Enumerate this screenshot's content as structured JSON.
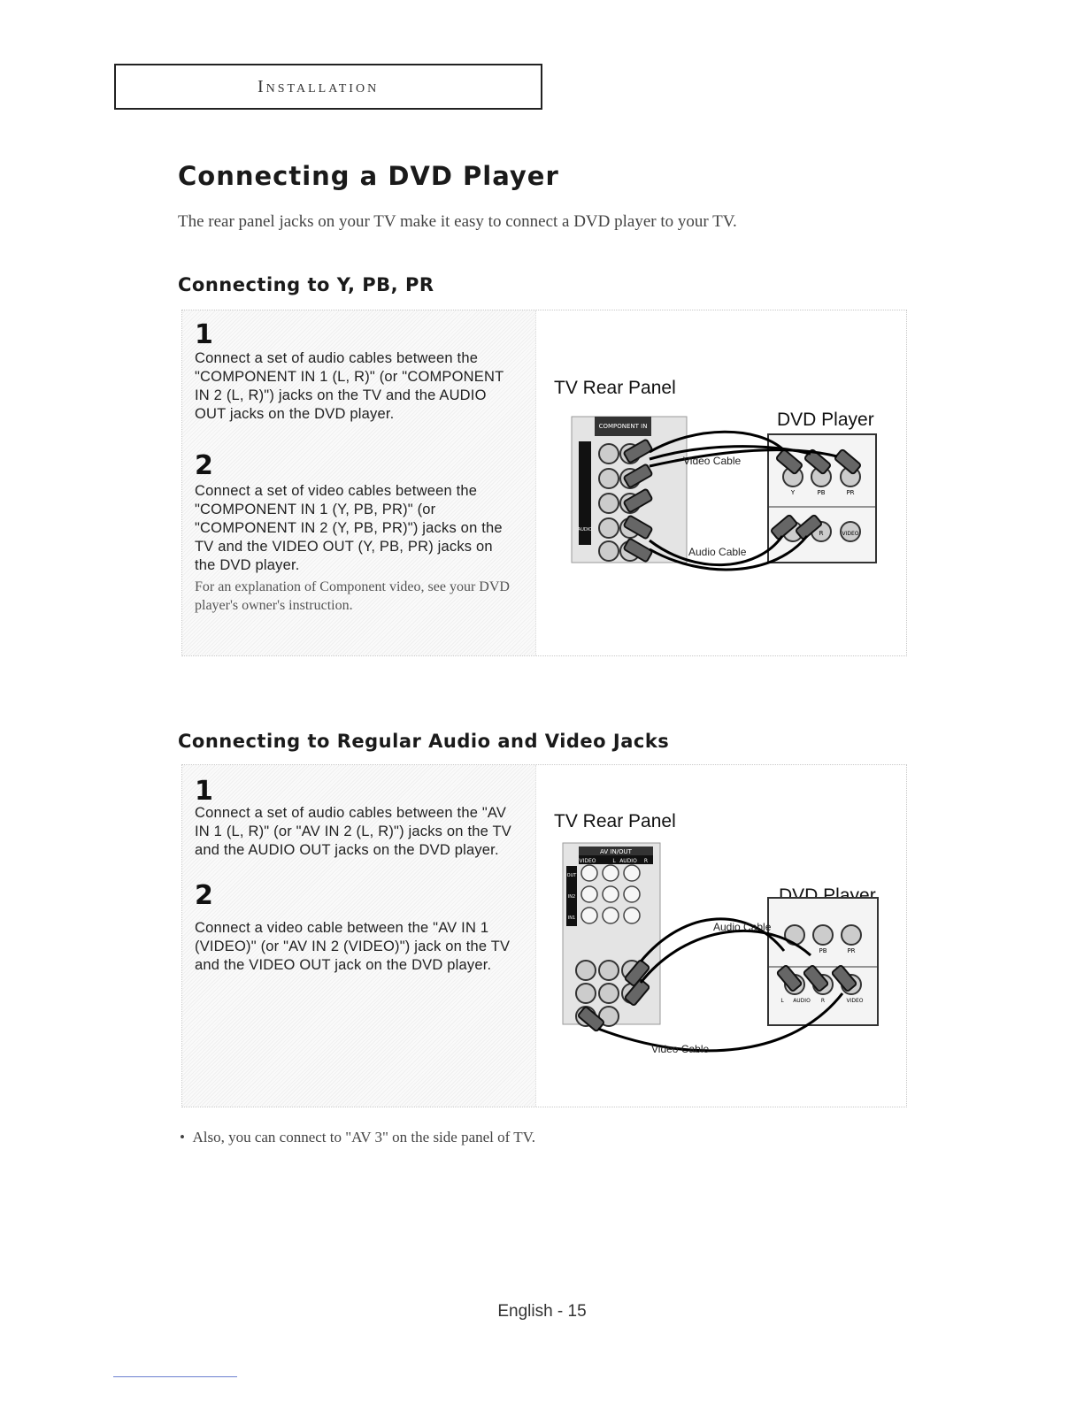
{
  "header": {
    "section": "Installation"
  },
  "title": "Connecting a DVD Player",
  "intro": "The rear panel jacks on your TV make it easy to connect a DVD player to your TV.",
  "section1": {
    "title": "Connecting to Y, PB, PR",
    "steps": [
      {
        "num": "1",
        "text": "Connect a set of audio cables between the \"COMPONENT IN 1 (L, R)\" (or \"COMPONENT IN 2 (L, R)\") jacks on the TV and the AUDIO OUT jacks on the DVD player."
      },
      {
        "num": "2",
        "text": "Connect a set of video cables between the \"COMPONENT IN 1 (Y, PB, PR)\" (or \"COMPONENT IN 2 (Y, PB, PR)\") jacks on the TV and the VIDEO OUT (Y, PB, PR) jacks on the DVD player."
      }
    ],
    "note": "For an explanation of Component video, see your DVD player's owner's instruction.",
    "diagram": {
      "tv_label": "TV Rear Panel",
      "dvd_label": "DVD Player",
      "video_cable": "Video Cable",
      "audio_cable": "Audio Cable",
      "tv_panel_label": "COMPONENT IN",
      "tv_audio_label": "AUDIO",
      "dvd_jack_labels": [
        "Y",
        "PB",
        "PR"
      ],
      "dvd_bottom_labels": [
        "R",
        "VIDEO"
      ]
    }
  },
  "section2": {
    "title": "Connecting to Regular Audio and Video Jacks",
    "steps": [
      {
        "num": "1",
        "text": "Connect a set of audio cables between the \"AV IN 1 (L, R)\" (or \"AV IN 2 (L, R)\") jacks on the TV and the AUDIO OUT jacks on the DVD player."
      },
      {
        "num": "2",
        "text": "Connect a video cable between the \"AV IN 1 (VIDEO)\" (or \"AV IN 2 (VIDEO)\") jack on the TV and the VIDEO OUT jack on the DVD player."
      }
    ],
    "diagram": {
      "tv_label": "TV Rear Panel",
      "dvd_label": "DVD Player",
      "audio_cable": "Audio Cable",
      "video_cable": "Video Cable",
      "tv_panel_label": "AV IN/OUT",
      "tv_header_labels": [
        "VIDEO",
        "L",
        "AUDIO",
        "R"
      ],
      "tv_row_labels": [
        "OUT",
        "IN2",
        "IN1"
      ],
      "dvd_jack_labels": [
        "PB",
        "PR"
      ],
      "dvd_bottom_labels": [
        "L",
        "AUDIO",
        "R",
        "VIDEO"
      ]
    }
  },
  "bullet": "Also, you can connect to \"AV 3\" on the side panel of TV.",
  "footer": "English - 15",
  "colors": {
    "text": "#111111",
    "muted": "#444444",
    "cable": "#000000",
    "panel_bg": "#f0f0f0"
  }
}
